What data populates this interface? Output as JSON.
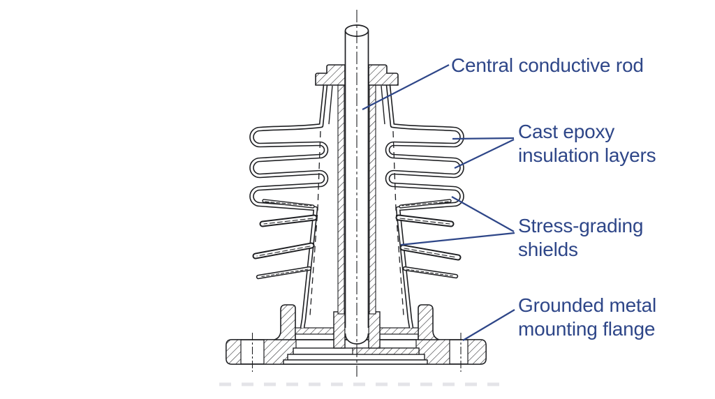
{
  "diagram": {
    "background_color": "#ffffff",
    "drawing_line_color": "#1e1f22",
    "label_color": "#2e4688",
    "labels": {
      "central_rod": "Central conductive rod",
      "epoxy_line1": "Cast epoxy",
      "epoxy_line2": "insulation layers",
      "shields_line1": "Stress-grading",
      "shields_line2": "shields",
      "flange_line1": "Grounded metal",
      "flange_line2": "mounting flange"
    }
  }
}
